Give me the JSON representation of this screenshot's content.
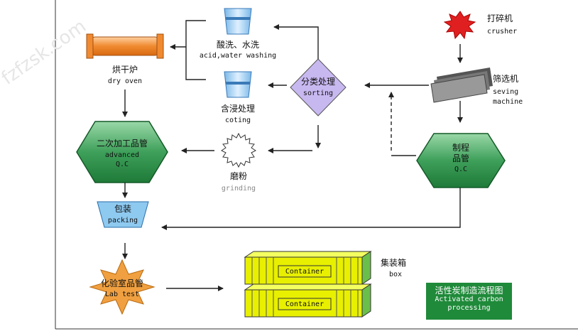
{
  "watermark": "fzfzsk.com",
  "title": {
    "zh": "活性炭制造流程图",
    "en": "Activated carbon processing"
  },
  "nodes": {
    "crusher": {
      "zh": "打碎机",
      "en": "crusher"
    },
    "sieving": {
      "zh": "筛选机",
      "en1": "seving",
      "en2": "machine"
    },
    "qc_product": {
      "zh1": "制程",
      "zh2": "品管",
      "en": "Q.C"
    },
    "sorting": {
      "zh": "分类处理",
      "en": "sorting"
    },
    "washing": {
      "zh": "酸洗、水洗",
      "en": "acid,water washing"
    },
    "coating": {
      "zh": "含浸处理",
      "en": "coting"
    },
    "grinding": {
      "zh": "磨粉",
      "en": "grinding"
    },
    "dry_oven": {
      "zh": "烘干炉",
      "en": "dry oven"
    },
    "advanced_qc": {
      "zh": "二次加工品管",
      "en1": "advanced",
      "en2": "Q.C"
    },
    "packing": {
      "zh": "包装",
      "en": "packing"
    },
    "lab_test": {
      "zh": "化验室品管",
      "en": "Lab test"
    },
    "box": {
      "zh": "集装箱",
      "en": "box"
    },
    "container_top": "Container",
    "container_bottom": "Container"
  },
  "colors": {
    "accent_green": "#2e9b4e",
    "hex_green": "#3a9a5c",
    "sorting_purple": "#c8b8f0",
    "packing_blue": "#8ec9f0",
    "lab_orange": "#f0a040",
    "container_yellow": "#e8f000",
    "crusher_red": "#e02020",
    "title_bg": "#1f8a3a"
  }
}
